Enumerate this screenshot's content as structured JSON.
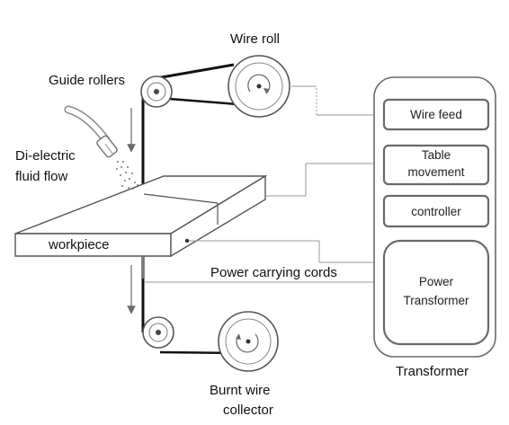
{
  "labels": {
    "wire_roll": "Wire roll",
    "guide_rollers": "Guide rollers",
    "dielectric_line1": "Di-electric",
    "dielectric_line2": "fluid flow",
    "workpiece": "workpiece",
    "power_cords": "Power carrying cords",
    "burnt_wire_line1": "Burnt wire",
    "burnt_wire_line2": "collector",
    "transformer": "Transformer"
  },
  "control_panel": {
    "wire_feed": "Wire feed",
    "table_movement_line1": "Table",
    "table_movement_line2": "movement",
    "controller": "controller",
    "power_transformer_line1": "Power",
    "power_transformer_line2": "Transformer"
  }
}
